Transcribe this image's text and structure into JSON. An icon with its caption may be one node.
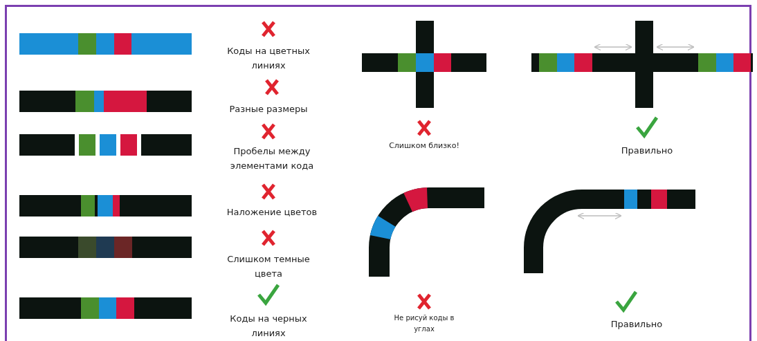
{
  "diagram": {
    "labels": [
      "Коды на цветных линиях",
      "Разные размеры",
      "Пробелы между элементами кода",
      "Наложение цветов",
      "Слишком темные цвета",
      "Коды на черных линиях",
      "Слишком близко!",
      "Правильно",
      "Не рисуй коды в углах",
      "Правильно"
    ]
  }
}
